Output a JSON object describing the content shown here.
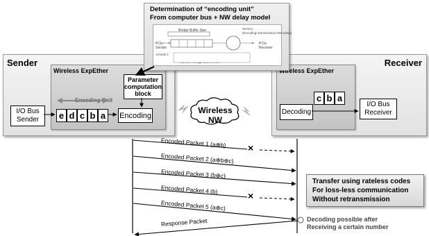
{
  "top_panel": {
    "title_line1": "Determination of “encoding unit”",
    "title_line2": "From computer bus + NW delay model",
    "inset": {
      "bridge_buffer_size": "Bridge Buffer Size",
      "pcie_sender": "PCIe Sender",
      "mu": "μ",
      "pcie_receiver": "PCIe Receiver",
      "arrivals_label": "Arrivals λ",
      "service_label": "Service (Encoding+transmission+Decoding)",
      "bottom_note": "Sender stops generating jobs in back pressure manner if bridge buffer is full"
    }
  },
  "sender": {
    "title": "Sender",
    "inner_title": "Wireless ExpEther",
    "io_bus": "I/O Bus Sender",
    "param_block": "Parameter computation block",
    "encoding_unit": "Encoding Unit",
    "letters": [
      "e",
      "d",
      "c",
      "b",
      "a"
    ],
    "encoding": "Encoding"
  },
  "cloud": {
    "label": "Wireless NW"
  },
  "receiver": {
    "title": "Receiver",
    "inner_title": "Wireless ExpEther",
    "decoding": "Decoding",
    "letters": [
      "c",
      "b",
      "a"
    ],
    "io_bus": "I/O Bus Receiver"
  },
  "packets": [
    {
      "label": "Encoded Packet 1 (a⊕b)",
      "lost": true
    },
    {
      "label": "Encoded Packet 2 (a⊕b⊕c)",
      "lost": false
    },
    {
      "label": "Encoded Packet 3 (b⊕c)",
      "lost": false
    },
    {
      "label": "Encoded Packet 4 (b)",
      "lost": true
    },
    {
      "label": "Encoded Packet 5 (a⊕c)",
      "lost": false
    },
    {
      "label": "Response Packet",
      "lost": false
    }
  ],
  "lost_mark": "×",
  "callout": {
    "line1": "Transfer using rateless codes",
    "line2": "For loss-less communication",
    "line3": "Without retransmission"
  },
  "decode_note": {
    "line1": "Decoding possible after",
    "line2": "Receiving a certain number"
  }
}
